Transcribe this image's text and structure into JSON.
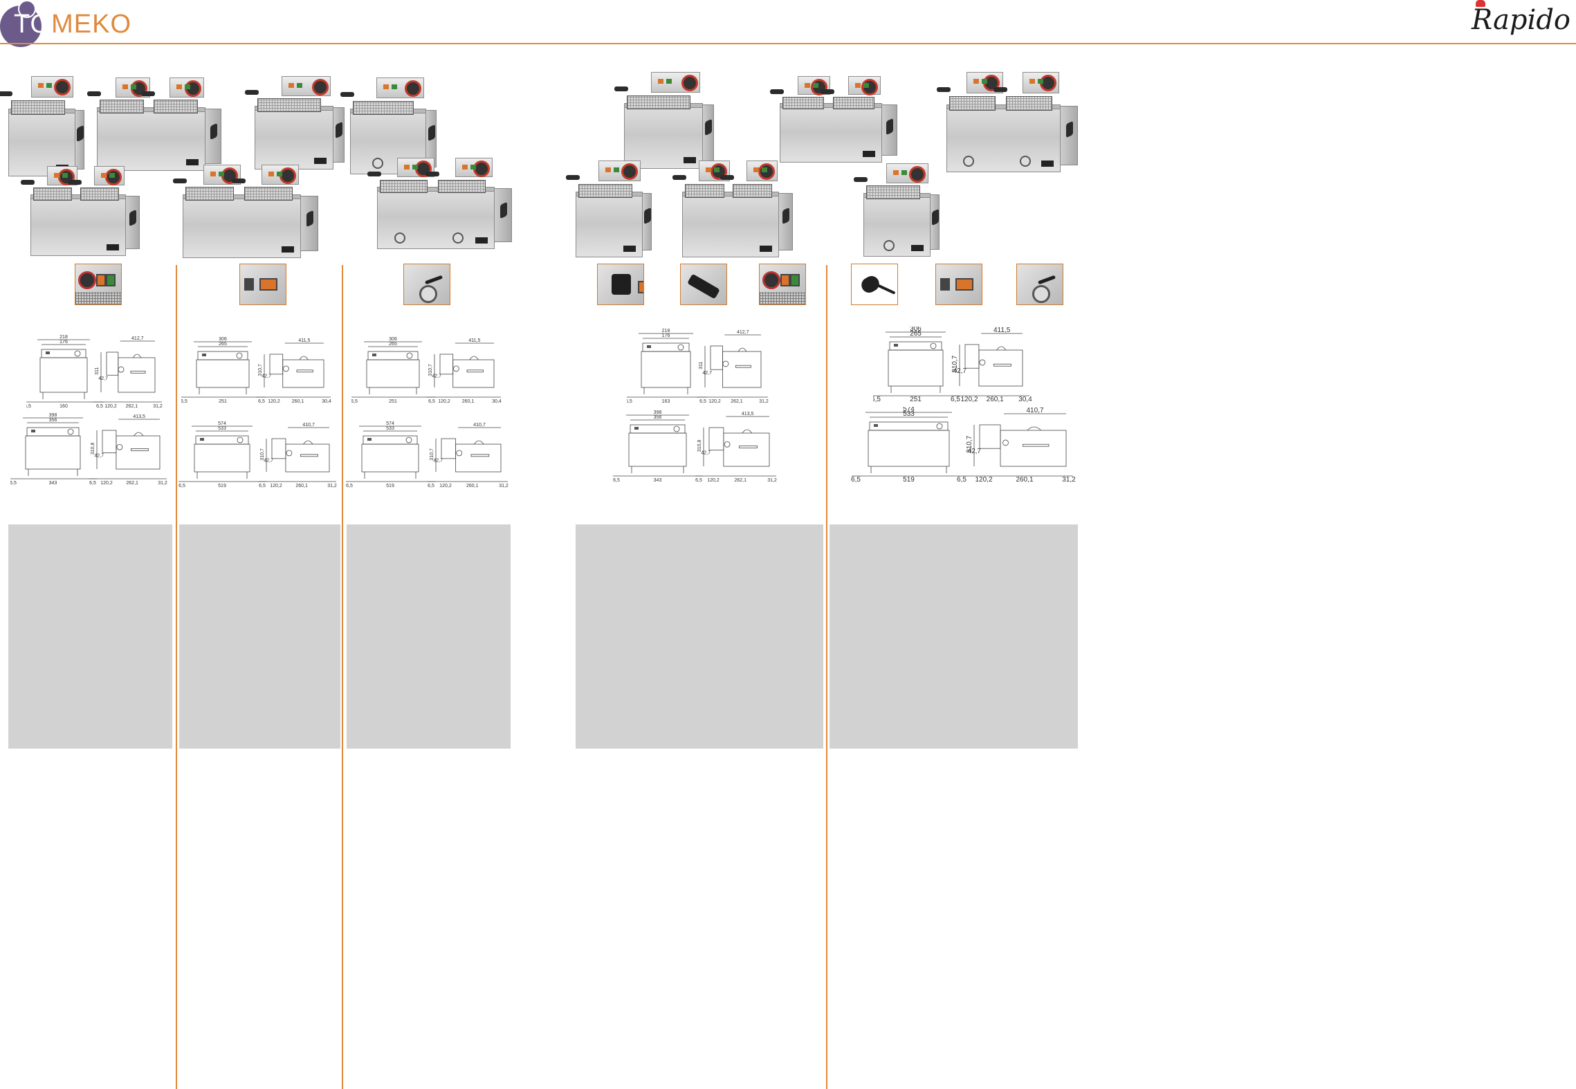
{
  "header": {
    "brand_left": "TOMEKO",
    "brand_right": "Rapido",
    "accent_color": "#e08a3c"
  },
  "drawings": [
    {
      "front_top": "218",
      "front_top2": "176",
      "side_top": "412,7",
      "height": "311",
      "depth": "42,7",
      "foot_left": "6,5",
      "foot_center": "160",
      "foot_right": "6,5",
      "side_a": "120,2",
      "side_b": "262,1",
      "side_c": "31,2"
    },
    {
      "front_top": "398",
      "front_top2": "356",
      "side_top": "413,5",
      "height": "310,8",
      "depth": "42,7",
      "foot_left": "6,5",
      "foot_center": "343",
      "foot_right": "6,5",
      "side_a": "120,2",
      "side_b": "262,1",
      "side_c": "31,2"
    },
    {
      "front_top": "306",
      "front_top2": "265",
      "side_top": "411,5",
      "height": "310,7",
      "depth": "42,7",
      "foot_left": "6,5",
      "foot_center": "251",
      "foot_right": "6,5",
      "side_a": "120,2",
      "side_b": "260,1",
      "side_c": "30,4"
    },
    {
      "front_top": "574",
      "front_top2": "533",
      "side_top": "410,7",
      "height": "310,7",
      "depth": "42,7",
      "foot_left": "6,5",
      "foot_center": "519",
      "foot_right": "6,5",
      "side_a": "120,2",
      "side_b": "260,1",
      "side_c": "31,2"
    },
    {
      "front_top": "306",
      "front_top2": "265",
      "side_top": "411,5",
      "height": "310,7",
      "depth": "42,7",
      "foot_left": "6,5",
      "foot_center": "251",
      "foot_right": "6,5",
      "side_a": "120,2",
      "side_b": "260,1",
      "side_c": "30,4"
    },
    {
      "front_top": "574",
      "front_top2": "533",
      "side_top": "410,7",
      "height": "310,7",
      "depth": "42,7",
      "foot_left": "6,5",
      "foot_center": "519",
      "foot_right": "6,5",
      "side_a": "120,2",
      "side_b": "260,1",
      "side_c": "31,2"
    },
    {
      "front_top": "218",
      "front_top2": "176",
      "side_top": "412,7",
      "height": "311",
      "depth": "42,7",
      "foot_left": "6,5",
      "foot_center": "163",
      "foot_right": "6,5",
      "side_a": "120,2",
      "side_b": "262,1",
      "side_c": "31,2"
    },
    {
      "front_top": "398",
      "front_top2": "356",
      "side_top": "413,5",
      "height": "310,8",
      "depth": "42,7",
      "foot_left": "6,5",
      "foot_center": "343",
      "foot_right": "6,5",
      "side_a": "120,2",
      "side_b": "262,1",
      "side_c": "31,2"
    },
    {
      "front_top": "306",
      "front_top2": "265",
      "side_top": "411,5",
      "height": "310,7",
      "depth": "42,7",
      "foot_left": "6,5",
      "foot_center": "251",
      "foot_right": "6,5",
      "side_a": "120,2",
      "side_b": "260,1",
      "side_c": "30,4"
    },
    {
      "front_top": "574",
      "front_top2": "533",
      "side_top": "410,7",
      "height": "310,7",
      "depth": "42,7",
      "foot_left": "6,5",
      "foot_center": "519",
      "foot_right": "6,5",
      "side_a": "120,2",
      "side_b": "260,1",
      "side_c": "31,2"
    }
  ],
  "thumbnails": [
    "knob-and-switches",
    "switch-panel",
    "drain-tap",
    "power-switch",
    "side-handle",
    "knob-and-switches",
    "power-plug",
    "switch-panel",
    "drain-tap"
  ],
  "fryer_badge": "Rapido"
}
